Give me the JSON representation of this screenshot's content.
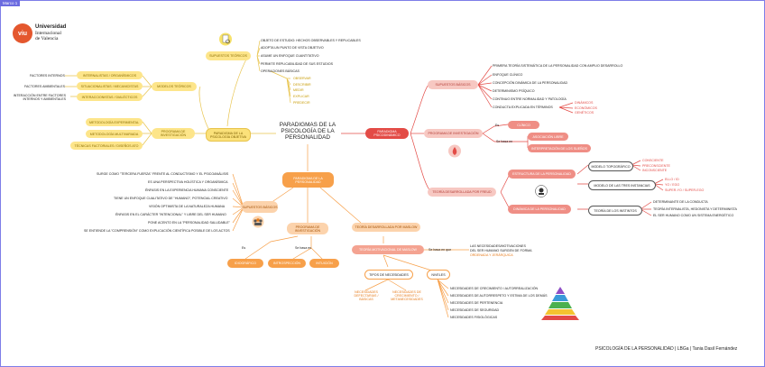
{
  "frame_label": "Marco 1",
  "logo": {
    "mark": "viu",
    "line1": "Universidad",
    "line2": "Internacional",
    "line3": "de Valencia"
  },
  "center_title": "PARADIGMAS DE LA PSICOLOGÍA DE LA PERSONALIDAD",
  "objetivo": {
    "title": "PARADIGMA DE LA PSICOLOGÍA OBJETIVA",
    "supuestos": "SUPUESTOS TEÓRICOS",
    "supuestos_items": [
      "OBJETO DE ESTUDIO: HECHOS OBSERVABLES Y REPLICABLES",
      "ADOPTA UN PUNTO DE VISTA OBJETIVO",
      "ASUME UN ENFOQUE CUANTITATIVO",
      "PERMITE REPLICABILIDAD DE SUS ESTUDIOS",
      "OPERACIONES BÁSICAS"
    ],
    "operaciones": [
      "OBSERVAR",
      "DESCRIBIR",
      "MEDIR",
      "EXPLICAR",
      "PREDECIR"
    ],
    "modelos": "MODELOS TEÓRICOS",
    "modelos_items": [
      "INTERNALISTAS / ORGANÍSMICOS",
      "SITUACIONALISTAS / MECANICISTAS",
      "INTERACCIONISTAS / DIALÉCTICOS"
    ],
    "factores": [
      "FACTORES INTERNOS",
      "FACTORES AMBIENTALES",
      "INTERACCIÓN ENTRE FACTORES INTERNOS Y AMBIENTALES"
    ],
    "programa": "PROGRAMA DE INVESTIGACIÓN",
    "programa_items": [
      "METODOLOGÍA EXPERIMENTAL",
      "METODOLOGÍA MULTIVARIADA",
      "TÉCNICAS FACTORIALES / DISEÑOS ATO"
    ]
  },
  "psico": {
    "title": "PARADIGMA PSICODINÁMICO",
    "supuestos": "SUPUESTOS BÁSICOS",
    "supuestos_items": [
      "PRIMERA TEORÍA SISTEMÁTICA DE LA PERSONALIDAD CON AMPLIO DESARROLLO",
      "ENFOQUE CLÍNICO",
      "CONCEPCIÓN DINÁMICA DE LA PERSONALIDAD",
      "DETERMINISMO PSÍQUICO",
      "CONTINUO ENTRE NORMALIDAD Y PATOLOGÍA",
      "CONDUCTA EXPLICADA EN TÉRMINOS"
    ],
    "terminos": [
      "DINÁMICOS",
      "ECONÓMICOS",
      "GENÉTICOS"
    ],
    "programa": "PROGRAMA DE INVESTIGACIÓN",
    "es": "Es",
    "es_item": "CLÍNICO",
    "se_basa": "Se basa en",
    "se_basa_items": [
      "ASOCIACIÓN LIBRE",
      "INTERPRETACIÓN DE LOS SUEÑOS"
    ],
    "teoria": "TEORÍA DESARROLLADA POR FREUD",
    "estructura": "ESTRUCTURA DE LA PERSONALIDAD",
    "topografico": "MODELO TOPOGRÁFICO",
    "topografico_items": [
      "CONSCIENTE",
      "PRECONSCIENTE",
      "INCONSCIENTE"
    ],
    "instancias": "MODELO DE LAS TRES INSTANCIAS",
    "instancias_items": [
      "ELLO / ID",
      "YO / EGO",
      "SUPER-YO / SUPER-EGO"
    ],
    "dinamica": "DINÁMICA DE LA PERSONALIDAD",
    "instintos": "TEORÍA DE LOS INSTINTOS",
    "instintos_items": [
      "DETERMINANTE DE LA CONDUCTA",
      "TEORÍA INTERNALISTA, HEDONISTA Y DETERMINISTA",
      "EL SER HUMANO COMO UN SISTEMA ENERGÉTICO"
    ]
  },
  "humanista": {
    "title": "PARADIGMA DE LA PERSONALIDAD",
    "supuestos": "SUPUESTOS BÁSICOS",
    "supuestos_items": [
      "SURGE COMO \"TERCERA FUERZA\" FRENTE AL CONDUCTISMO Y EL PSICOANÁLISIS",
      "ES UNA PERSPECTIVA HOLÍSTICA Y ORGANÍSMICA",
      "ÉNFASIS EN LA EXPERIENCIA HUMANA CONSCIENTE",
      "TIENE UN ENFOQUE CUALITATIVO DE \"HUMANO\", POTENCIAL CREATIVO",
      "VISIÓN OPTIMISTA DE LA NATURALEZA HUMANA",
      "ÉNFASIS EN EL CARÁCTER \"INTENCIONAL\" Y LIBRE DEL SER HUMANO",
      "PONE ACENTO EN LA \"PERSONALIDAD SALUDABLE\"",
      "SE ENTIENDE LA \"COMPRENSIÓN\" COMO EXPLICACIÓN CIENTÍFICA POSIBLE DE LOS ACTOS"
    ],
    "programa": "PROGRAMA DE INVESTIGACIÓN",
    "es": "Es",
    "es_item": "IDIOGRÁFICO",
    "se_basa": "Se basa en",
    "se_basa_items": [
      "INTROSPECCIÓN",
      "INTUICIÓN"
    ],
    "teoria": "TEORÍA DESARROLLADA POR MASLOW",
    "teoria_mot": "TEORÍA MOTIVACIONAL DE MASLOW",
    "se_basa_que": "Se basa en que",
    "desc_l1": "LAS NECESIDADES/MOTIVACIONES",
    "desc_l2": "DEL SER HUMANO SURGEN DE FORMA",
    "desc_l3": "ORDENADA Y JERÁRQUICA",
    "tipos": "TIPOS DE NECESIDADES",
    "tipos_items": [
      "NECESIDADES DEFECTARIAS / BÁSICAS",
      "NECESIDADES DE CRECIMIENTO / METANECESIDADES"
    ],
    "niveles": "NIVELES",
    "niveles_items": [
      "NECESIDADES DE CRECIMIENTO / AUTORREALIZACIÓN",
      "NECESIDADES DE AUTORRESPETO Y ESTIMA DE LOS DEMÁS",
      "NECESIDADES DE PERTENENCIA",
      "NECESIDADES DE SEGURIDAD",
      "NECESIDADES FISIOLÓGICAS"
    ]
  },
  "footer": "PSICOLOGÍA DE LA PERSONALIDAD   |   LBGa   |   Tania Dasil Fernández"
}
